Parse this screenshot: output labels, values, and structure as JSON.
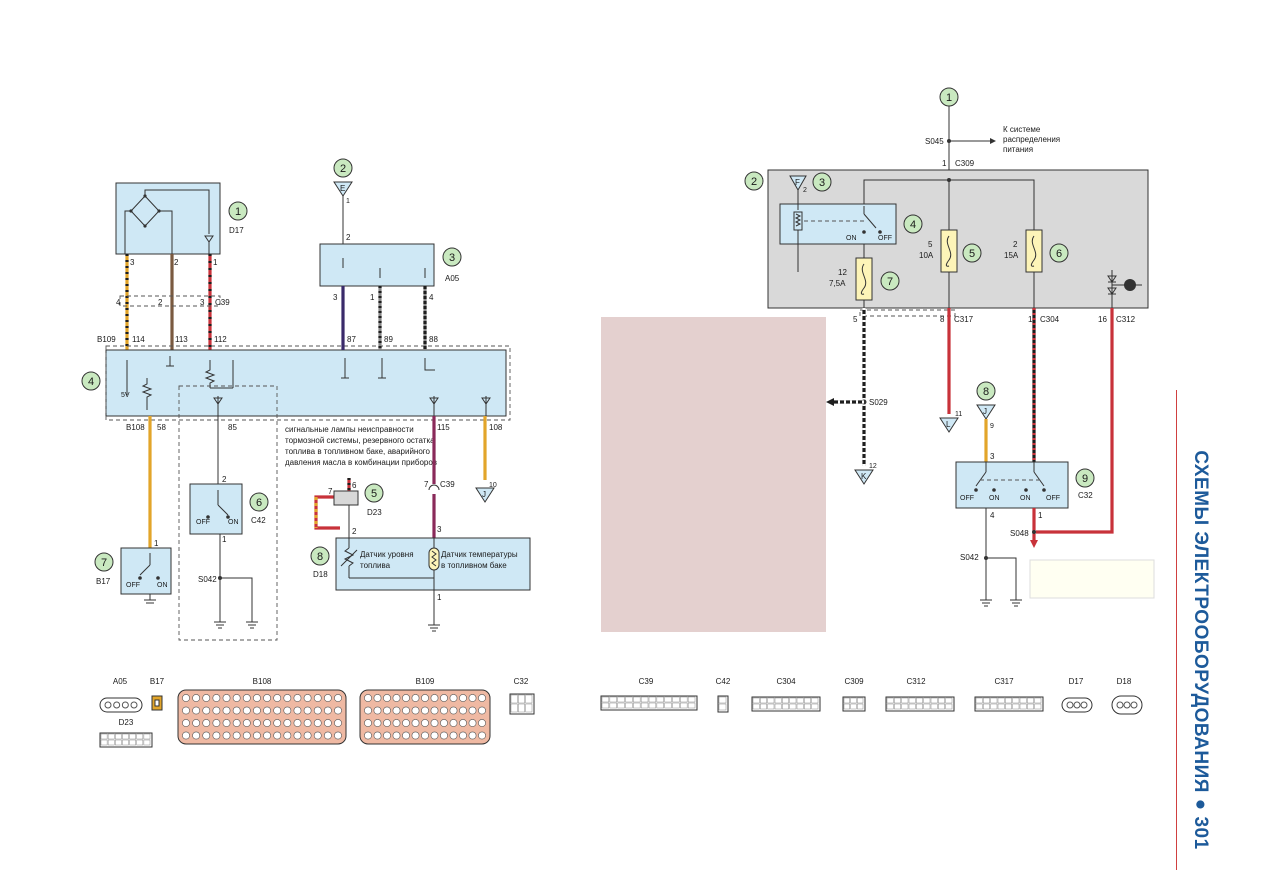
{
  "colors": {
    "block_fill": "#cfe8f5",
    "callout_fill": "#c9e9c0",
    "fuse_box_fill": "#d9d9d9",
    "wire_red": "#c8323a",
    "wire_orange": "#e2a52a",
    "wire_brown": "#7a5a40",
    "wire_violet": "#3a2a6a",
    "wire_purple": "#8a2a5a",
    "wire_black": "#1e1e1e",
    "connector_fill": "#efb9a3",
    "title_color": "#1d5a9a"
  },
  "left": {
    "d17": {
      "callout": "1",
      "code": "D17",
      "pins": [
        "3",
        "2",
        "1"
      ]
    },
    "c39_top": {
      "label": "C39",
      "pins": [
        "4",
        "2",
        "3"
      ]
    },
    "b109": {
      "label": "B109",
      "pins": [
        "114",
        "113",
        "112"
      ]
    },
    "ecu": {
      "callout": "4",
      "v5": "5V"
    },
    "b108": {
      "label": "B108",
      "pins": [
        "58",
        "85"
      ]
    },
    "e_ground": {
      "callout": "2",
      "letter": "E",
      "pin": "1"
    },
    "a05": {
      "callout": "3",
      "code": "A05",
      "pin_top": "2",
      "pins": [
        "3",
        "1",
        "4"
      ],
      "wires": [
        "87",
        "89",
        "88"
      ]
    },
    "note": [
      "сигнальные лампы неисправности",
      "тормозной системы, резервного остатка",
      "топлива в топливном баке, аварийного",
      "давления масла в комбинации приборов"
    ],
    "w115": "115",
    "w108": "108",
    "j_conn": {
      "letter": "J",
      "pin": "10"
    },
    "c39_mid": {
      "label": "C39",
      "pin_left": "7",
      "pin_right": "3"
    },
    "d23": {
      "callout": "5",
      "code": "D23",
      "pins": [
        "7",
        "6",
        "2"
      ]
    },
    "c42": {
      "callout": "6",
      "code": "C42",
      "pins": [
        "2",
        "1"
      ],
      "off": "OFF",
      "on": "ON"
    },
    "b17": {
      "callout": "7",
      "code": "B17",
      "pin": "1",
      "off": "OFF",
      "on": "ON"
    },
    "s042": "S042",
    "d18": {
      "callout": "8",
      "code": "D18",
      "pins": [
        "2",
        "3",
        "1"
      ],
      "sensor_level": "Датчик уровня\nтоплива",
      "sensor_temp": "Датчик температуры\nв топливном баке"
    }
  },
  "right": {
    "power": {
      "callout": "1",
      "splice": "S045",
      "note": "К системе\nраспределения\nпитания",
      "pin": "1",
      "conn": "C309"
    },
    "fusebox": {
      "callout": "2"
    },
    "f_ground": {
      "callout": "3",
      "letter": "F",
      "pin": "2"
    },
    "relay": {
      "callout": "4",
      "on": "ON",
      "off": "OFF"
    },
    "fuse5": {
      "callout": "5",
      "num": "5",
      "rating": "10A"
    },
    "fuse6": {
      "callout": "6",
      "num": "2",
      "rating": "15A"
    },
    "fuse7": {
      "callout": "7",
      "num": "12",
      "rating": "7,5A"
    },
    "out_pins": [
      {
        "pin": "5",
        "conn": ""
      },
      {
        "pin": "8",
        "conn": "C317"
      },
      {
        "pin": "1",
        "conn": "C304"
      },
      {
        "pin": "16",
        "conn": "C312"
      }
    ],
    "s029": "S029",
    "k_conn": {
      "letter": "K",
      "pin": "12"
    },
    "l_conn": {
      "letter": "L",
      "pin": "11"
    },
    "j_conn": {
      "callout": "8",
      "letter": "J",
      "pin": "9"
    },
    "c32": {
      "callout": "9",
      "code": "C32",
      "pins": [
        "3",
        "4",
        "1"
      ],
      "off": "OFF",
      "on": "ON",
      "off2": "OFF",
      "on2": "ON"
    },
    "s048": "S048",
    "s042": "S042"
  },
  "connectors": [
    {
      "name": "A05",
      "pins": "1 2 3 4"
    },
    {
      "name": "B17",
      "pins": "1"
    },
    {
      "name": "B108",
      "pins": "1-64"
    },
    {
      "name": "B109",
      "pins": "65-128"
    },
    {
      "name": "C32",
      "pins": "1 2 3 4"
    },
    {
      "name": "C39",
      "pins": "1-20"
    },
    {
      "name": "C42",
      "pins": "1 2"
    },
    {
      "name": "C304",
      "pins": "1-14"
    },
    {
      "name": "C309",
      "pins": "1 2"
    },
    {
      "name": "C312",
      "pins": "1-16"
    },
    {
      "name": "C317",
      "pins": "1-14"
    },
    {
      "name": "D17",
      "pins": "1 2 3"
    },
    {
      "name": "D18",
      "pins": "1 2 3"
    },
    {
      "name": "D23",
      "pins": "1-12"
    }
  ],
  "side_title": "СХЕМЫ ЭЛЕКТРООБОРУДОВАНИЯ ● 301"
}
